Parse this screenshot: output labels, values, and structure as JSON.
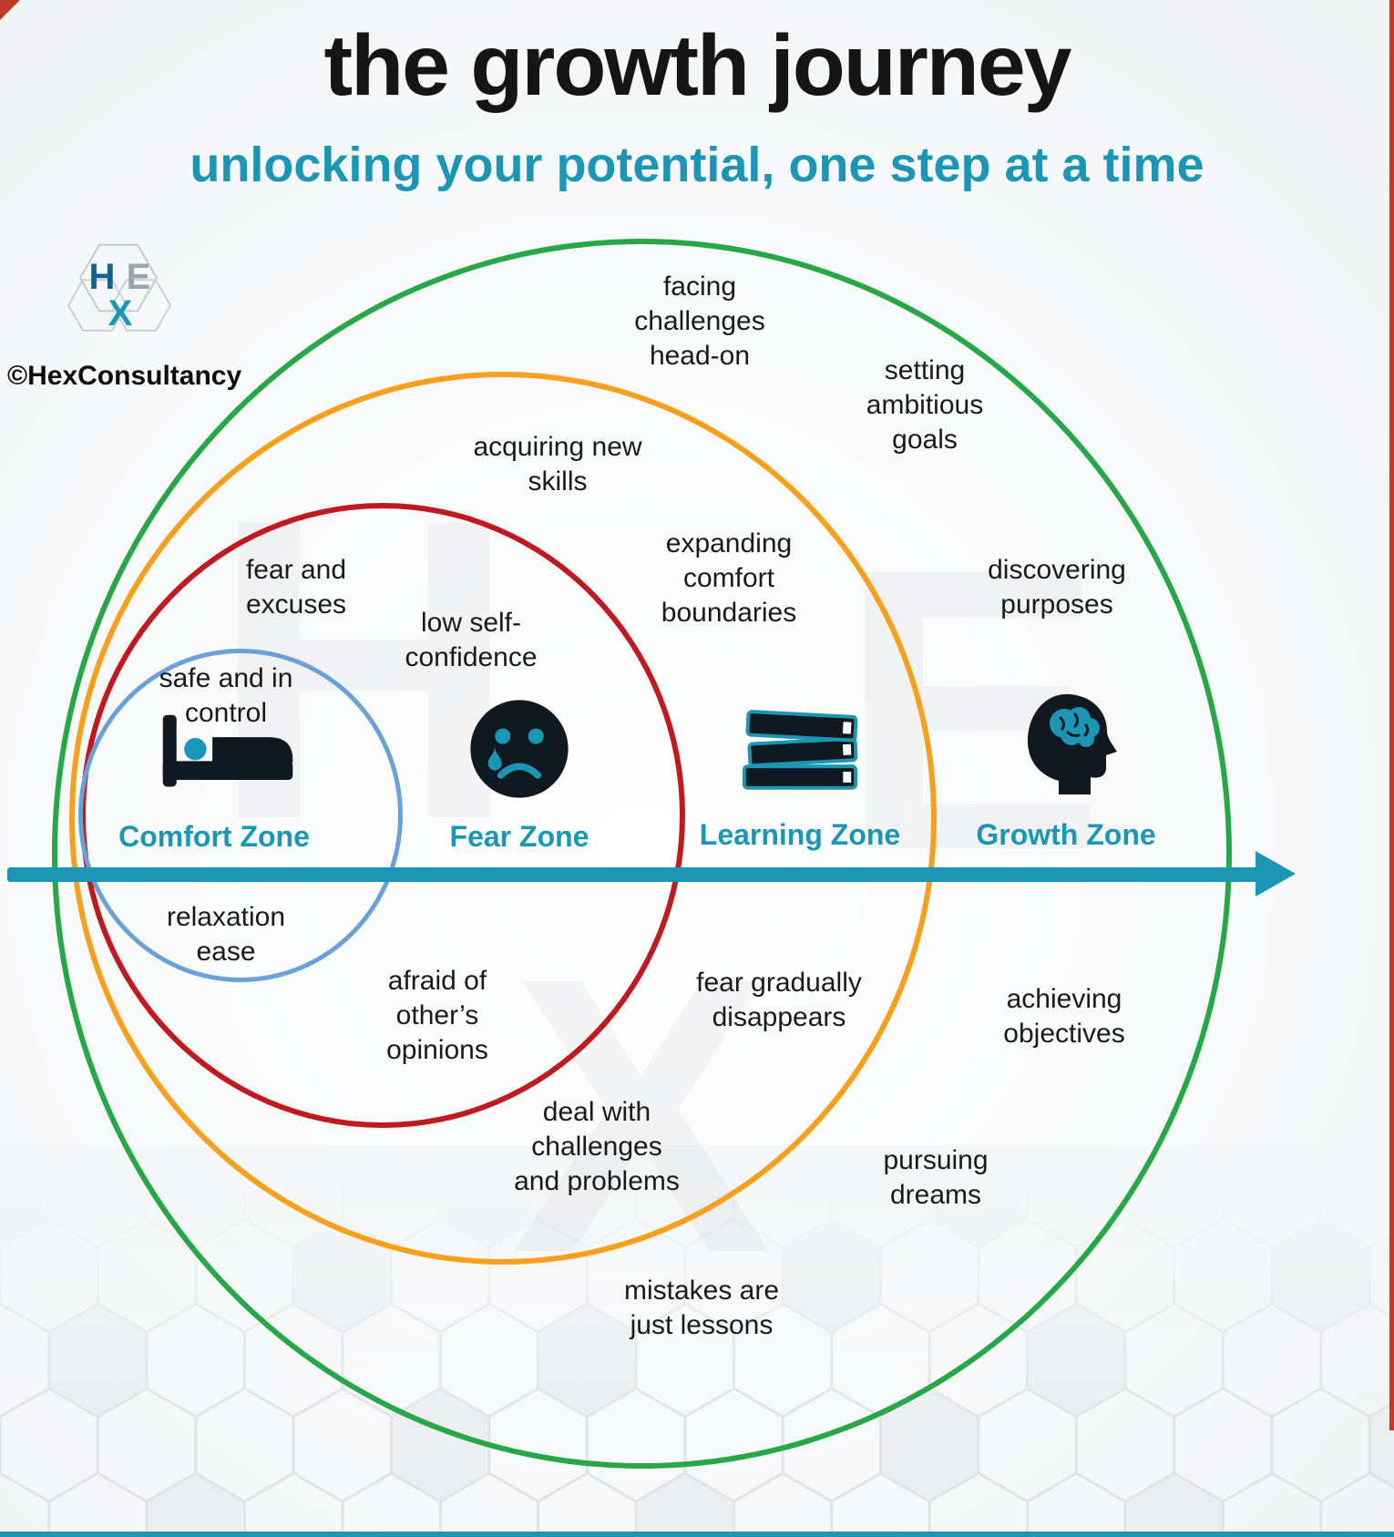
{
  "header": {
    "title": "the growth journey",
    "subtitle": "unlocking your potential, one step at a time"
  },
  "logo": {
    "letter_h": "H",
    "letter_e": "E",
    "letter_x": "X",
    "credit": "©HexConsultancy"
  },
  "background": {
    "watermark_h": "H",
    "watermark_e": "E",
    "watermark_x": "X"
  },
  "zones": {
    "comfort": {
      "label": "Comfort Zone",
      "color": "#6aa2d8",
      "icon": "bed-icon"
    },
    "fear": {
      "label": "Fear Zone",
      "color": "#bf1a20",
      "icon": "sad-face-icon"
    },
    "learning": {
      "label": "Learning Zone",
      "color": "#f6a01e",
      "icon": "books-icon"
    },
    "growth": {
      "label": "Growth Zone",
      "color": "#27a747",
      "icon": "brain-head-icon"
    }
  },
  "annotations": {
    "facing_challenges": "facing\nchallenges\nhead-on",
    "setting_goals": "setting\nambitious\ngoals",
    "acquiring_skills": "acquiring new\nskills",
    "expanding_boundaries": "expanding\ncomfort\nboundaries",
    "discovering_purposes": "discovering\npurposes",
    "fear_excuses": "fear and\nexcuses",
    "low_confidence": "low self-\nconfidence",
    "safe_control": "safe and in\ncontrol",
    "relaxation": "relaxation\nease",
    "afraid_opinions": "afraid of\nother’s\nopinions",
    "fear_disappears": "fear gradually\ndisappears",
    "achieving_objectives": "achieving\nobjectives",
    "deal_challenges": "deal with\nchallenges\nand problems",
    "pursuing_dreams": "pursuing\ndreams",
    "mistakes_lessons": "mistakes are\njust lessons"
  },
  "colors": {
    "accent_teal": "#1b96b5",
    "title_black": "#151515"
  }
}
